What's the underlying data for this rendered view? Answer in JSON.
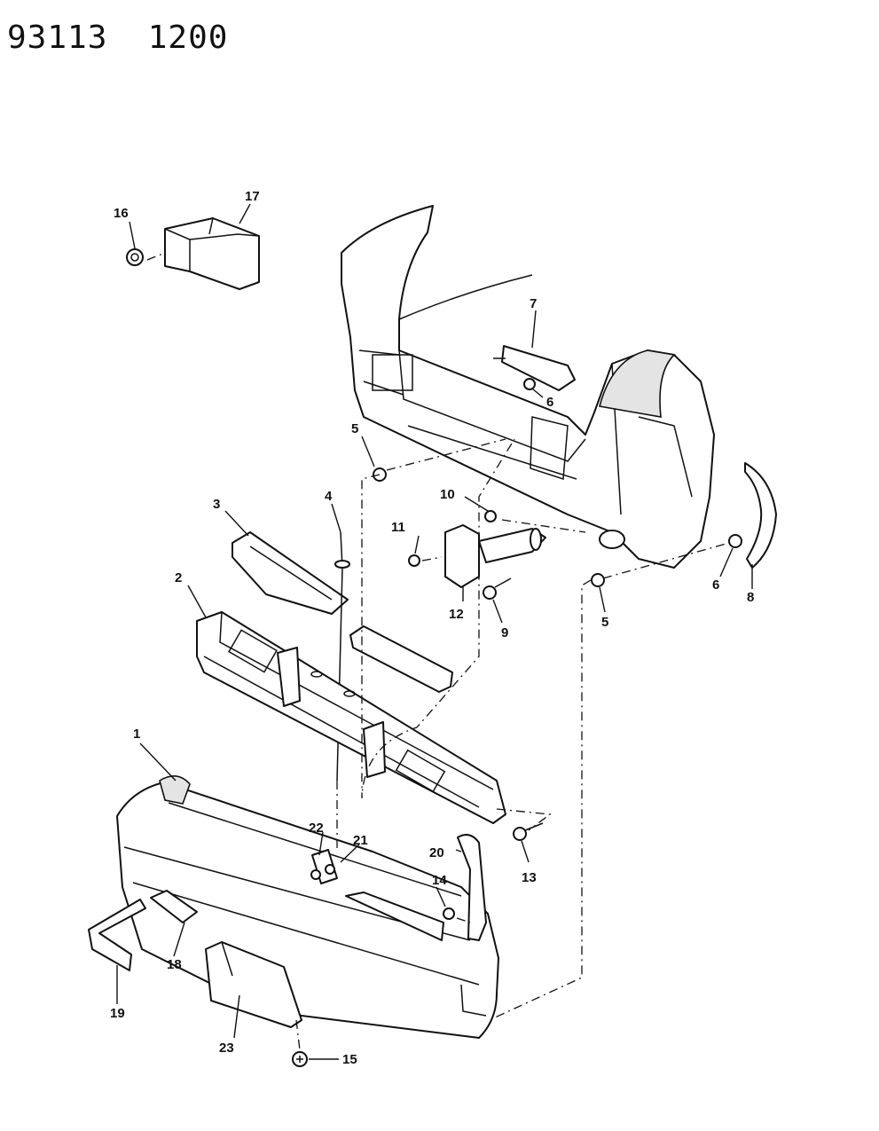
{
  "header": {
    "code": "93113",
    "page": "1200"
  },
  "callouts": [
    "1",
    "2",
    "3",
    "4",
    "5",
    "5",
    "6",
    "6",
    "7",
    "8",
    "9",
    "10",
    "11",
    "12",
    "13",
    "14",
    "15",
    "16",
    "17",
    "18",
    "19",
    "20",
    "21",
    "22",
    "23"
  ]
}
